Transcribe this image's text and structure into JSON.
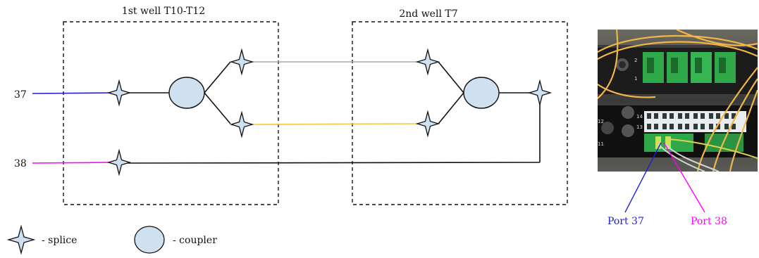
{
  "well1": {
    "title": "1st well T10-T12"
  },
  "well2": {
    "title": "2nd  well T7"
  },
  "fibers": {
    "f37": "37",
    "f38": "38"
  },
  "legend": {
    "splice": "- splice",
    "coupler": "- coupler"
  },
  "photo": {
    "port37": "Port 37",
    "port38": "Port 38",
    "label_a": "1",
    "label_b": "2",
    "label_c": "14",
    "label_d": "13",
    "label_e": "12",
    "label_f": "11"
  },
  "colors": {
    "fiber37": "#1f1fcf",
    "fiber38": "#ff00ff",
    "upper_link": "#a8a8a8",
    "lower_link": "#f2c74a",
    "symbol_fill": "#cfe0f1",
    "adapter_green": "#2fa84a"
  }
}
